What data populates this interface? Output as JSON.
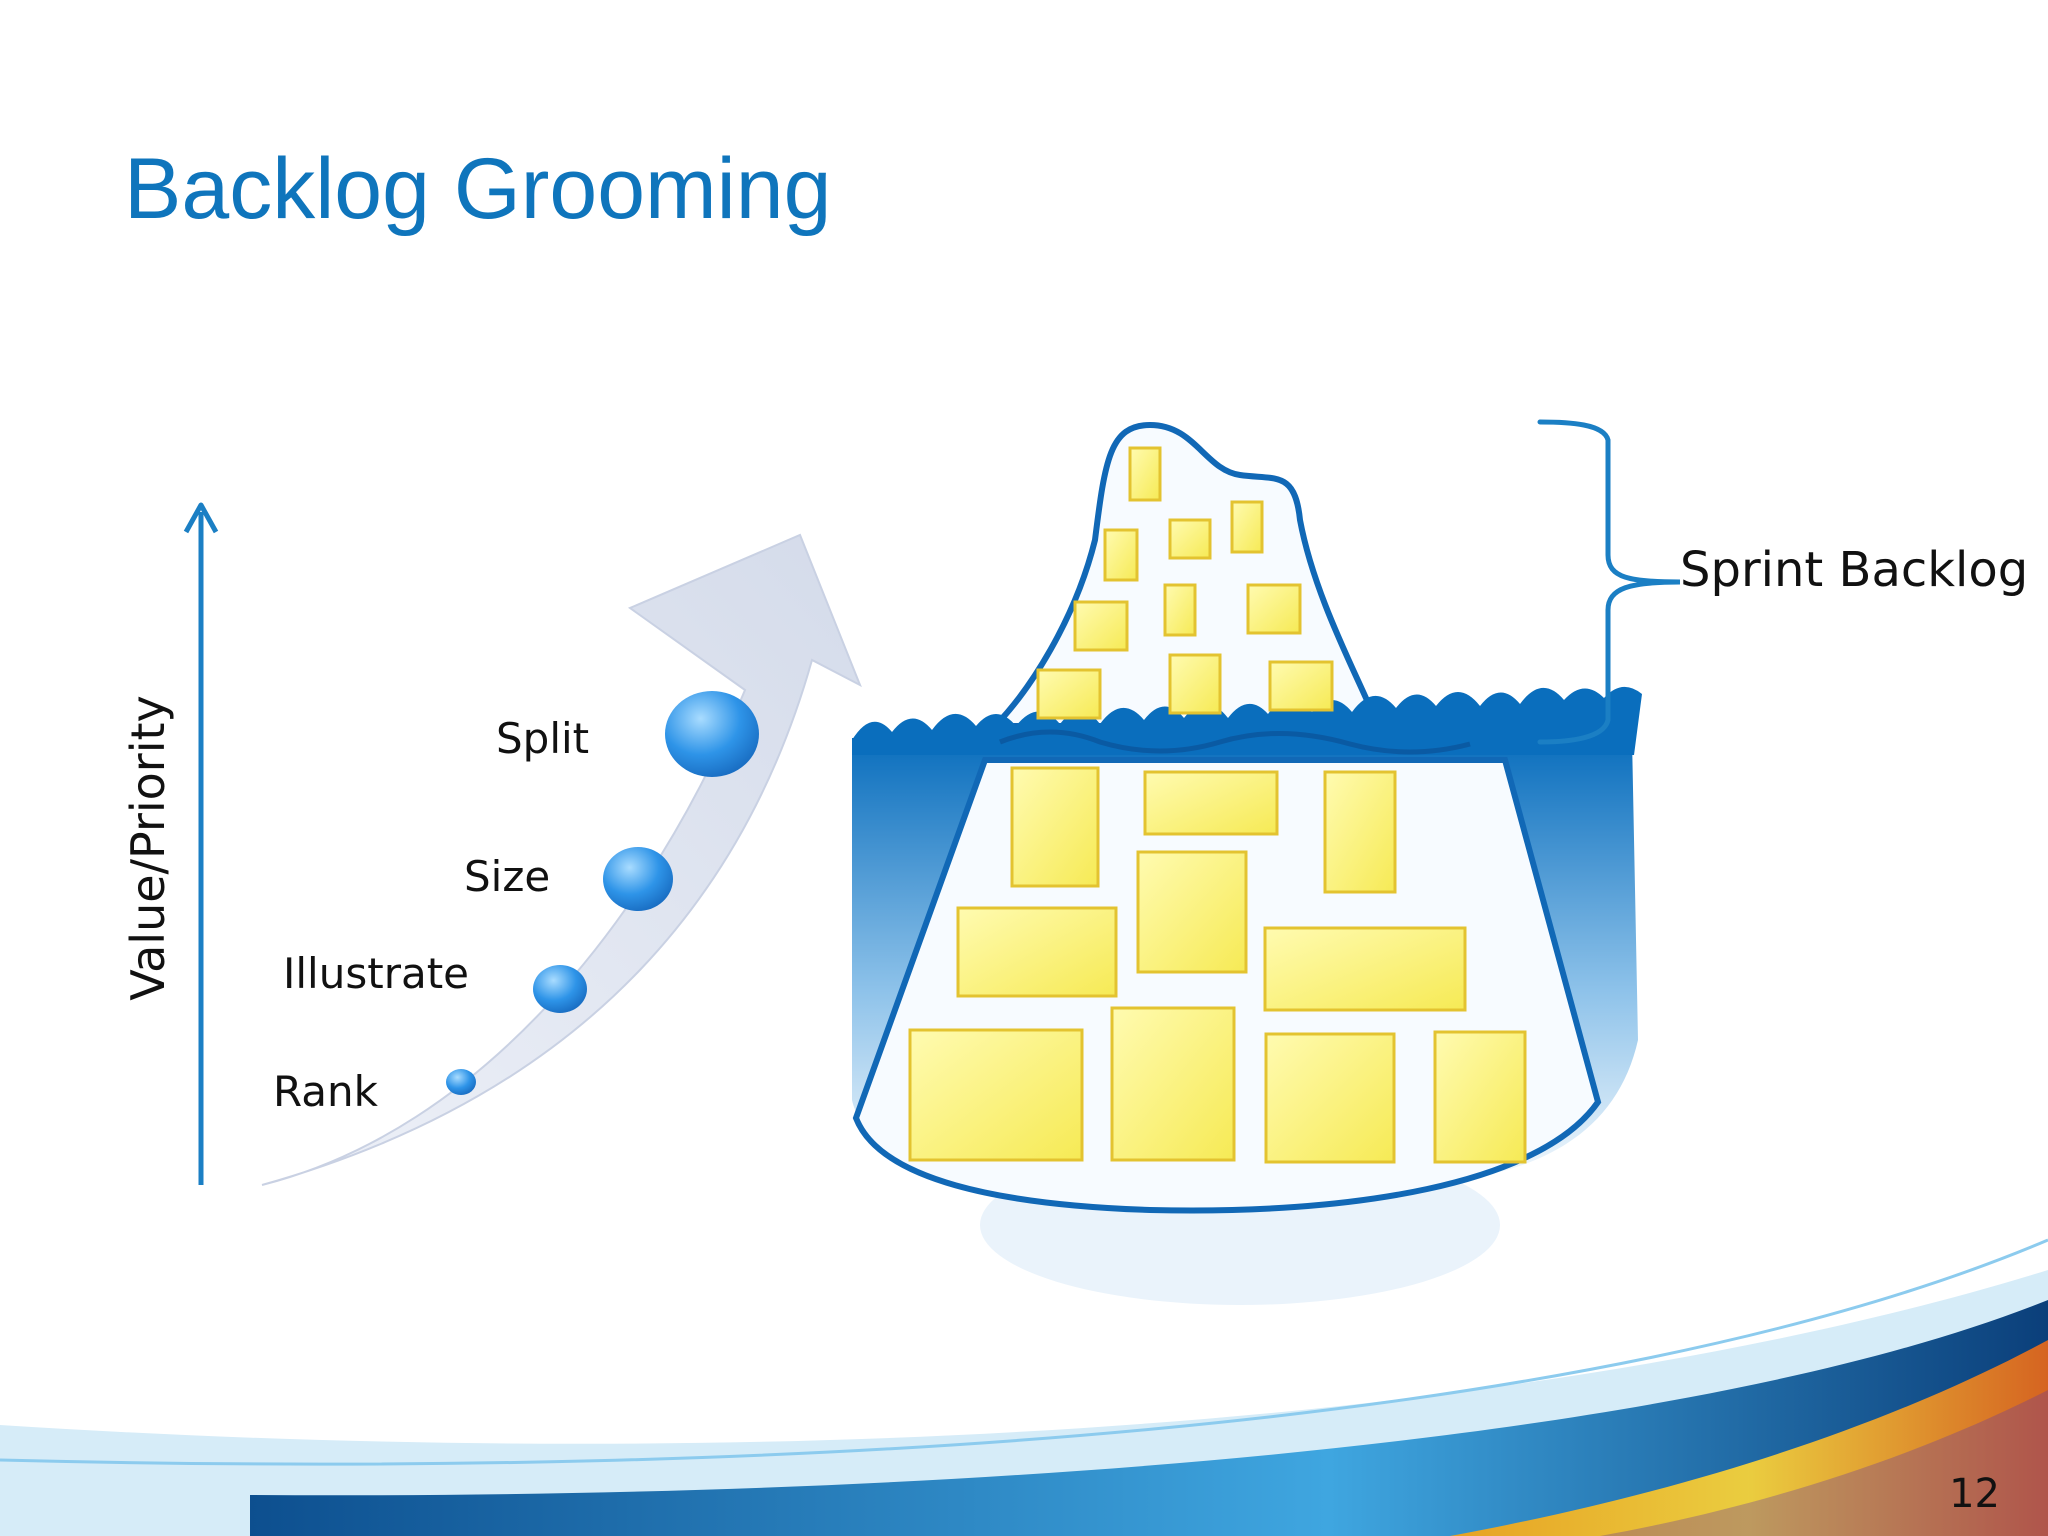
{
  "slide": {
    "title": "Backlog Grooming",
    "axis_label": "Value/Priority",
    "steps": [
      "Rank",
      "Illustrate",
      "Size",
      "Split"
    ],
    "bracket_label": "Sprint Backlog",
    "page_number": "12"
  },
  "colors": {
    "title": "#0f75bc",
    "water": "#0a6ebd",
    "sticky_note": "#fdf57e",
    "sticky_note_border": "#e8c830",
    "growth_arrow": "#dde3ef",
    "step_bubble": "#2e94e8"
  }
}
